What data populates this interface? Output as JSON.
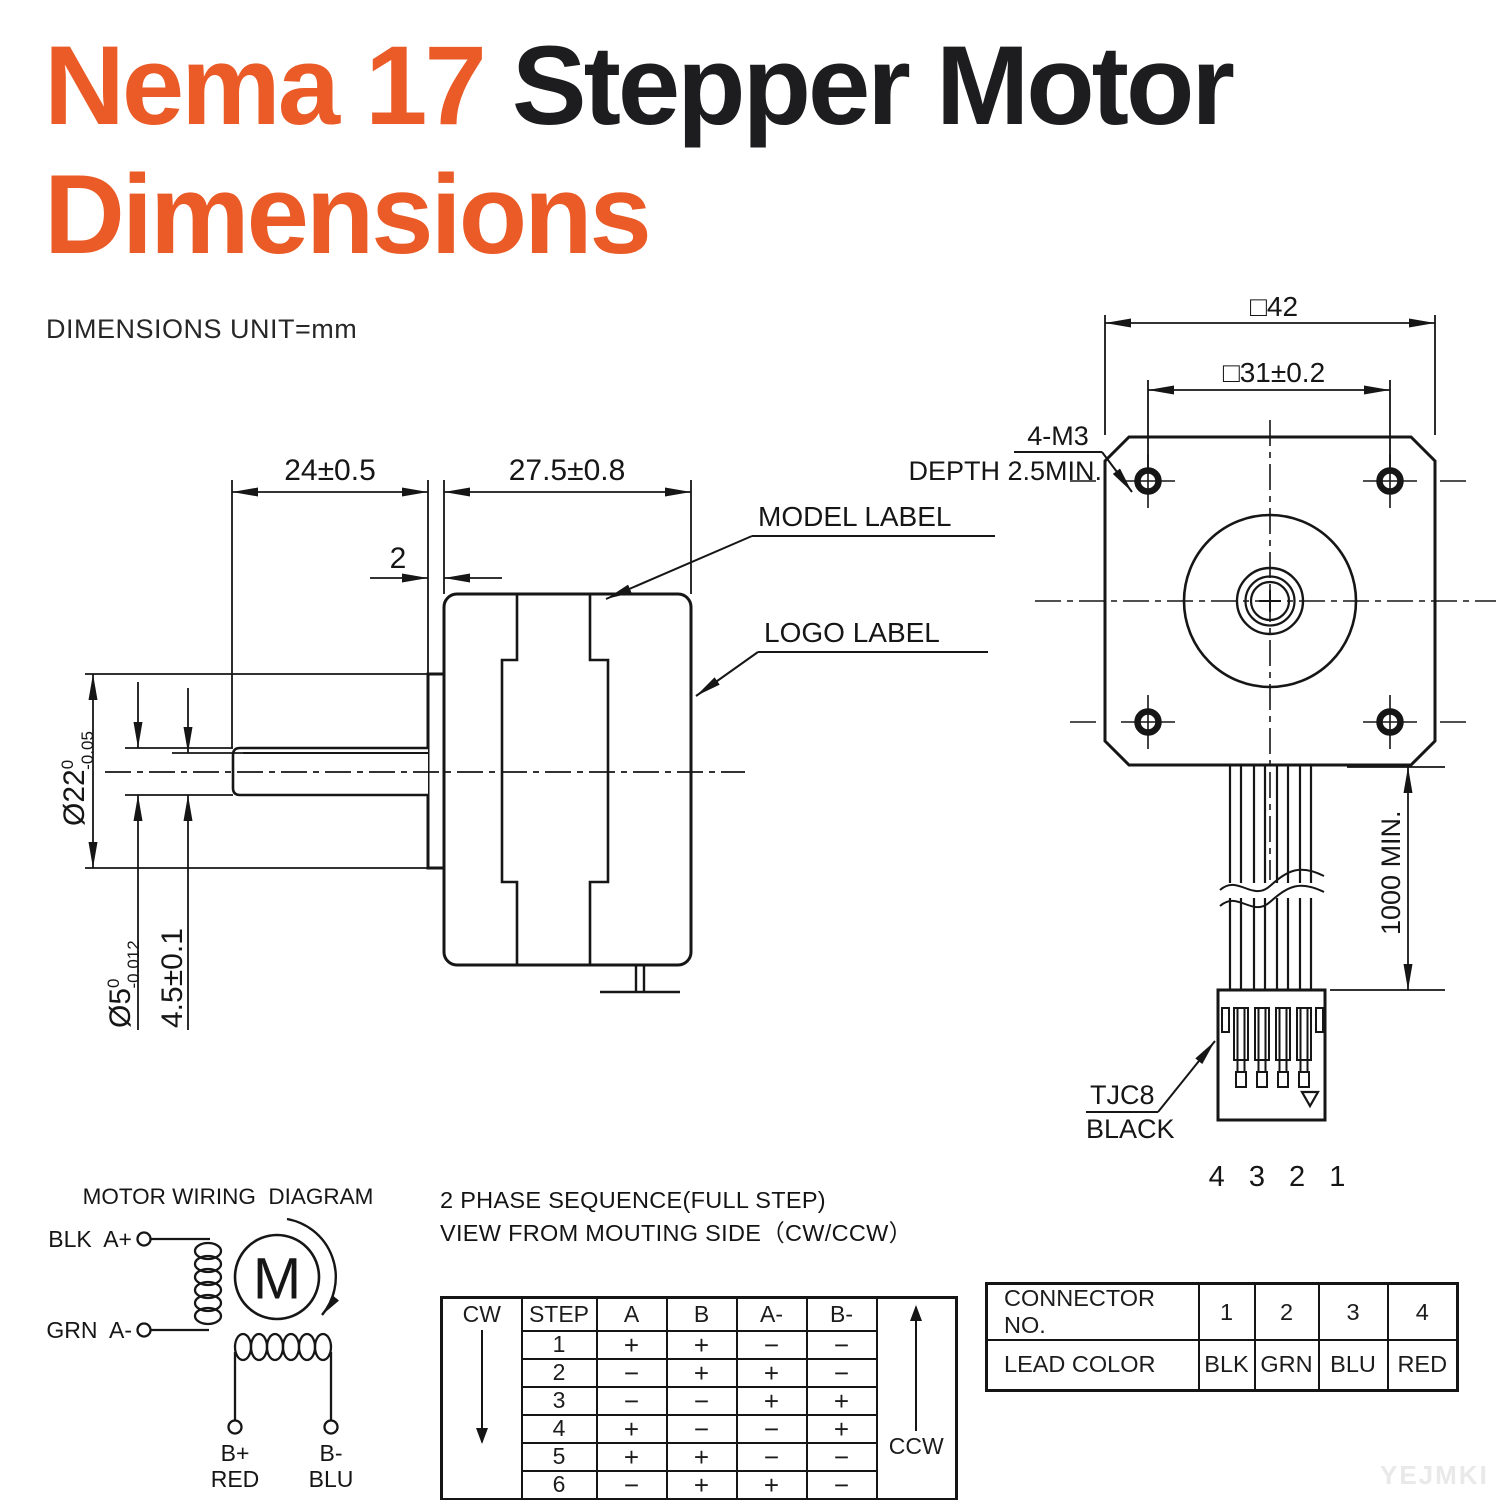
{
  "title": {
    "line1_orange": "Nema 17 ",
    "line1_dark": "Stepper Motor",
    "line2": "Dimensions"
  },
  "unit_note": "DIMENSIONS UNIT=mm",
  "side_view": {
    "shaft_length": "24±0.5",
    "body_length": "27.5±0.8",
    "boss_thickness": "2",
    "boss_diameter": "Ø22",
    "boss_diameter_tol_upper": "0",
    "boss_diameter_tol_lower": "-0.05",
    "shaft_diameter": "Ø5",
    "shaft_diameter_tol_upper": "0",
    "shaft_diameter_tol_lower": "-0.012",
    "shaft_flat": "4.5±0.1",
    "model_label": "MODEL LABEL",
    "logo_label": "LOGO LABEL"
  },
  "front_view": {
    "frame_size": "□42",
    "hole_spacing": "□31±0.2",
    "mount_hole_line1": "4-M3",
    "mount_hole_line2": "DEPTH 2.5MIN.",
    "lead_length": "1000 MIN.",
    "connector_line1": "TJC8",
    "connector_line2": "BLACK",
    "pin_numbers": "4 3 2 1"
  },
  "wiring": {
    "title": "MOTOR WIRING  DIAGRAM",
    "lead_a_plus": "BLK  A+",
    "lead_a_minus": "GRN  A-",
    "motor_symbol": "M",
    "lead_b_plus": "B+",
    "lead_b_plus_color": "RED",
    "lead_b_minus": "B-",
    "lead_b_minus_color": "BLU"
  },
  "phase_table": {
    "title_line1": "2 PHASE SEQUENCE(FULL STEP)",
    "title_line2": "VIEW FROM MOUTING SIDE（CW/CCW）",
    "cw": "CW",
    "ccw": "CCW",
    "headers": [
      "STEP",
      "A",
      "B",
      "A-",
      "B-"
    ],
    "rows": [
      {
        "step": "1",
        "a": "+",
        "b": "+",
        "am": "−",
        "bm": "−"
      },
      {
        "step": "2",
        "a": "−",
        "b": "+",
        "am": "+",
        "bm": "−"
      },
      {
        "step": "3",
        "a": "−",
        "b": "−",
        "am": "+",
        "bm": "+"
      },
      {
        "step": "4",
        "a": "+",
        "b": "−",
        "am": "−",
        "bm": "+"
      },
      {
        "step": "5",
        "a": "+",
        "b": "+",
        "am": "−",
        "bm": "−"
      },
      {
        "step": "6",
        "a": "−",
        "b": "+",
        "am": "+",
        "bm": "−"
      }
    ]
  },
  "connector_table": {
    "row1_label": "CONNECTOR NO.",
    "row1": [
      "1",
      "2",
      "3",
      "4"
    ],
    "row2_label": "LEAD COLOR",
    "row2": [
      "BLK",
      "GRN",
      "BLU",
      "RED"
    ]
  },
  "watermark": "YEJMKI",
  "colors": {
    "accent": "#EA5B27",
    "ink": "#1D1D1F",
    "line": "#161616",
    "watermark": "#E9E9E9"
  }
}
